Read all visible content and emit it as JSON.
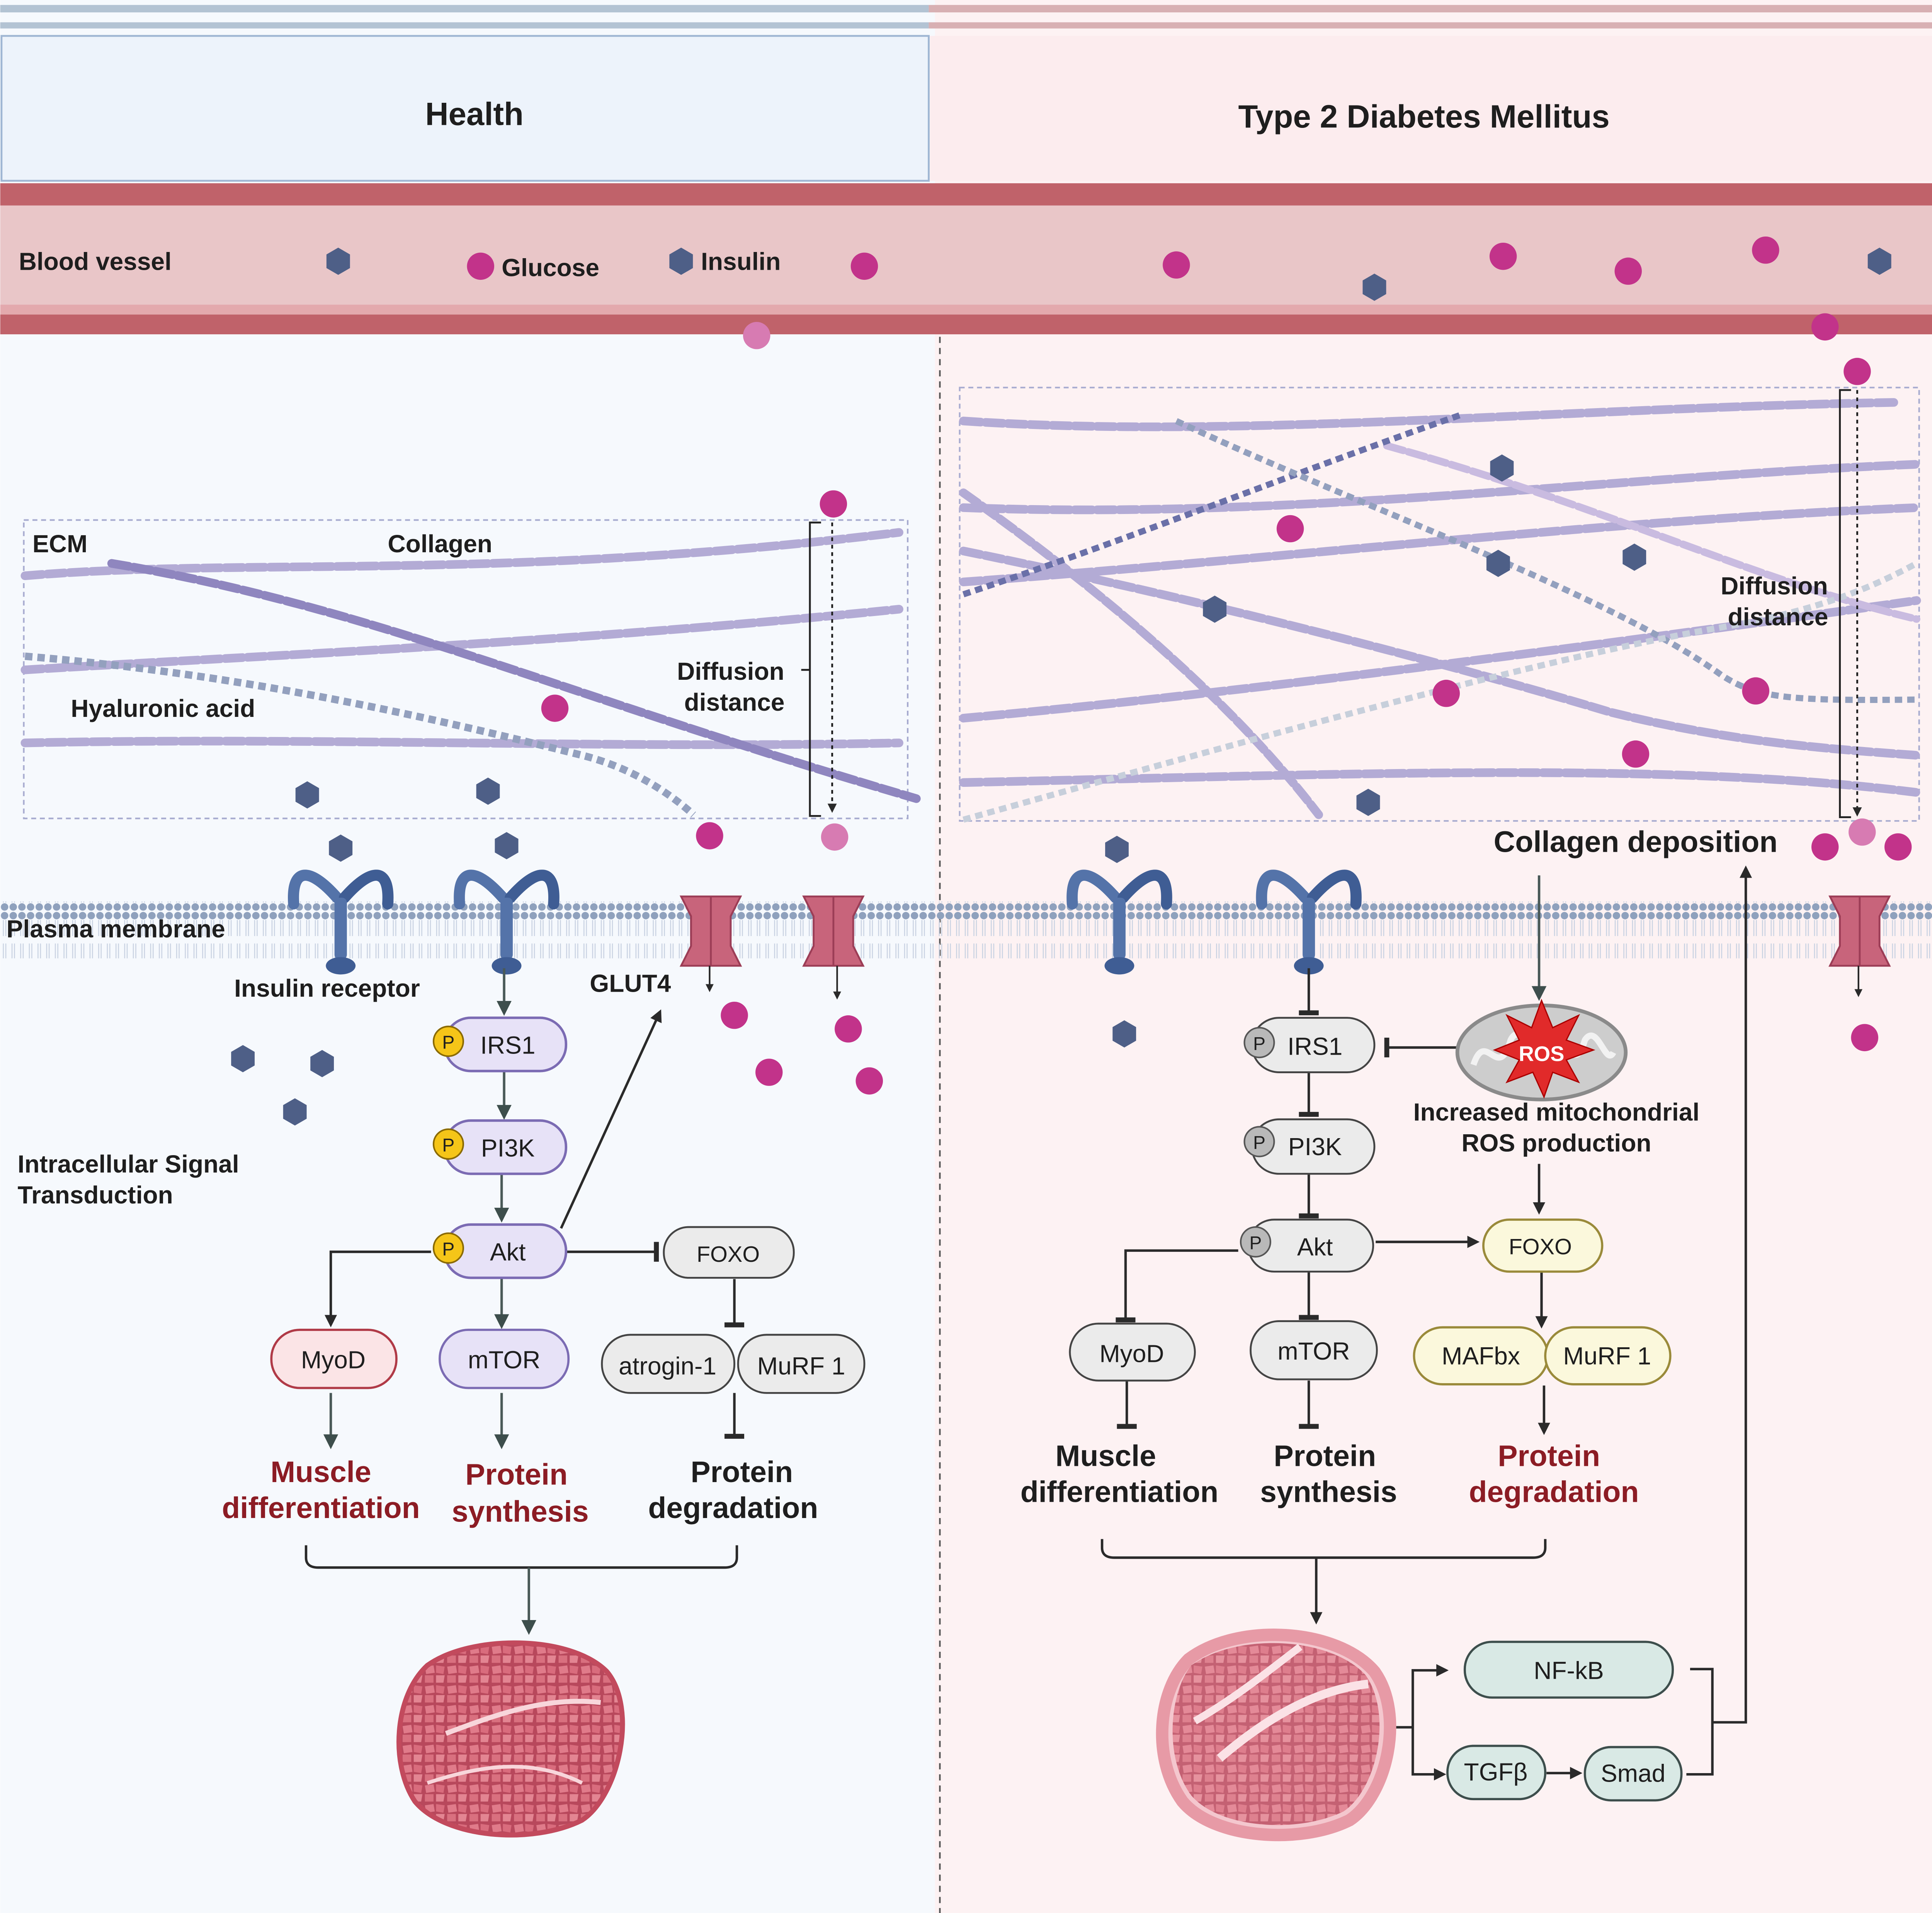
{
  "colors": {
    "health_bg": "#f6f9fd",
    "health_header": "#edf3fb",
    "disease_bg": "#fdf2f3",
    "vessel": "#e9c6c8",
    "vessel_wall": "#c0626a",
    "glucose": "#c2338a",
    "insulin": "#4e5f87",
    "collagen": "#aaa3cc",
    "hyaluronic": "#93a0be",
    "receptor": "#5473a9",
    "glut4": "#c8647b",
    "phospho_active": "#f5c518",
    "phospho_inactive": "#b9b9b9",
    "purple_node": "#e7e2f7",
    "gray_node": "#ebebeb",
    "yellow_node": "#fbf8dc",
    "teal_node": "#d9e9e5",
    "outcome_red": "#8c1c24",
    "muscle": "#d95f6f"
  },
  "headers": {
    "health": "Health",
    "disease": "Type 2 Diabetes Mellitus"
  },
  "labels": {
    "blood_vessel": "Blood vessel",
    "glucose": "Glucose",
    "insulin": "Insulin",
    "ecm": "ECM",
    "collagen": "Collagen",
    "hyaluronic_acid": "Hyaluronic acid",
    "diffusion_distance_1": "Diffusion",
    "diffusion_distance_2": "distance",
    "plasma_membrane": "Plasma membrane",
    "insulin_receptor": "Insulin receptor",
    "glut4": "GLUT4",
    "intracellular_1": "Intracellular Signal",
    "intracellular_2": "Transduction",
    "collagen_deposition": "Collagen deposition",
    "ros": "ROS",
    "mito_ros_1": "Increased mitochondrial",
    "mito_ros_2": "ROS production",
    "phospho": "P"
  },
  "health": {
    "nodes": {
      "irs1": "IRS1",
      "pi3k": "PI3K",
      "akt": "Akt",
      "foxo": "FOXO",
      "myod": "MyoD",
      "mtor": "mTOR",
      "atrogin": "atrogin-1",
      "murf": "MuRF 1"
    },
    "outcomes": {
      "muscle_1": "Muscle",
      "muscle_2": "differentiation",
      "synthesis_1": "Protein",
      "synthesis_2": "synthesis",
      "degradation_1": "Protein",
      "degradation_2": "degradation"
    }
  },
  "disease": {
    "nodes": {
      "irs1": "IRS1",
      "pi3k": "PI3K",
      "akt": "Akt",
      "foxo": "FOXO",
      "myod": "MyoD",
      "mtor": "mTOR",
      "mafbx": "MAFbx",
      "murf": "MuRF 1",
      "nfkb": "NF-kB",
      "tgfb": "TGFβ",
      "smad": "Smad"
    },
    "outcomes": {
      "muscle_1": "Muscle",
      "muscle_2": "differentiation",
      "synthesis_1": "Protein",
      "synthesis_2": "synthesis",
      "degradation_1": "Protein",
      "degradation_2": "degradation"
    }
  }
}
